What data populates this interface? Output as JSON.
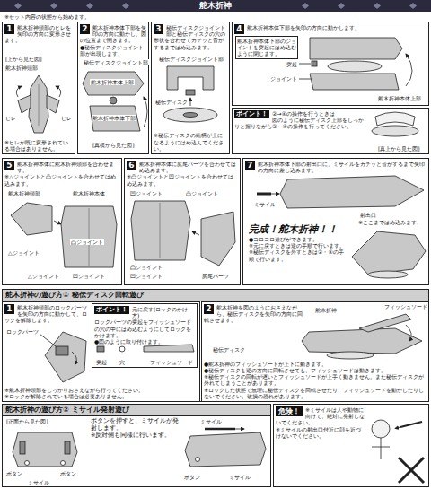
{
  "diagram": {
    "title": "舵木折神",
    "nodes": [
      {
        "text": [
          "1",
          "舵木折神頭部のヒレを矢印の方向に変形させます。",
          "※ヒレが既に変形されている場合はありません。"
        ]
      },
      {
        "text": [
          "2",
          "舵木折神本体下部を矢印の方向に動かし、図の位置まで開きます。",
          "●秘伝ディスクジョイント部が出現します。"
        ]
      },
      {
        "text": [
          "3",
          "秘伝ディスクジョイント部と秘伝ディスクの穴の形状を合わせてカチッと音がするまではめ込みます。",
          "※秘伝ディスクの絵柄が上になるようにはめ込んでください。"
        ]
      },
      {
        "text": [
          "4",
          "舵木折神本体下部を矢印の方向に動かします。"
        ]
      },
      {
        "text": [
          "ポイント！",
          "②→④の操作を行うときは",
          "図のように秘伝ディスク上部をしっかりと握りながら②～④の操作を行ってください。"
        ]
      },
      {
        "text": [
          "5",
          "舵木折神本体に舵木折神頭部を合わせます。",
          "※△ジョイントと凸ジョイントを合わせてはめ込みます。"
        ]
      },
      {
        "text": [
          "6",
          "舵木折神本体に尻尾パーツを合わせてはめ込みます。",
          "※凸ジョイントと凹ジョイントを合わせてはめ込みます。"
        ]
      },
      {
        "text": [
          "7",
          "舵木折神本体下部の射出口に、ミサイルをカチッと音がするまで矢印の方向に差し込みます。"
        ]
      },
      {
        "text": [
          "完成！舵木折神！！",
          "●コロコロ遊びができます。",
          "※元に戻すときは逆の手順で行います。",
          "※秘伝ディスクを外すときは②・④の手順で行います。"
        ],
        "in": 7
      },
      {
        "text": [
          "舵木折神の遊び方① 秘伝ディスク回転遊び"
        ]
      },
      {
        "text": [
          "1",
          "舵木折神頭部のロックパーツを矢印の方向に動かして、ロックを解除します。",
          "※舵木折神頭部をしっかりおさえながら行ってください。",
          "※ロックが解除されている場合は必要ありません。"
        ],
        "in": 9
      },
      {
        "text": [
          "ポイント！",
          "元に戻す(ロックのかけ方)",
          "ロックパーツの突起をフィッシュソードの穴の中にはめ込むようにしてロックをかけます。",
          "●図のように取り付けます。"
        ],
        "in": 10
      },
      {
        "text": [
          "2",
          "舵木折神を図のようにおさえながら、秘伝ディスクを矢印の方向に回転させます。",
          "●舵木折神のフィッシュソードが上下に動きます。",
          "●秘伝ディスクを逆の方向に回転させても、フィッシュソードは動きます。",
          "※秘伝ディスクの回転が遅いとフィッシュソードが上手く動きません。また秘伝ディスクが外れてしまうことがあります。",
          "※ロックした状態で無理に秘伝ディスクを回転させたり、フィッシュソードを動かしたりしないでください。破損の恐れがあります。"
        ],
        "in": 9
      },
      {
        "text": [
          "舵木折神の遊び方② ミサイル発射遊び",
          "ボタンを押すと、ミサイルが発射します。",
          "※反対側も同様に行います。"
        ]
      },
      {
        "text": [
          "危険！",
          "※ミサイルは人や動物に向けて、絶対に発射しないでください。",
          "※ミサイルの射出口付近に顔を近づけないでください。"
        ]
      }
    ],
    "labels": [
      "※セット内容の状態から始めます。",
      "[上から見た図]",
      "舵木折神頭部",
      "ヒレ",
      "ヒレ",
      "秘伝ディスクジョイント部",
      "舵木折神本体上部",
      "舵木折神本体下部",
      "[真横から見た図]",
      "秘伝ディスクジョイント部",
      "秘伝ディスク",
      "舵木折神本体下部のジョイントを突起にはめ込むように閉じます。",
      "突起",
      "ジョイント",
      "舵木折神本体上部",
      "[真上から見た図]",
      "舵木折神頭部",
      "舵木折神本体",
      "△ジョイント",
      "凸ジョイント",
      "凹ジョイント",
      "△ジョイント",
      "凹ジョイント",
      "凸ジョイント",
      "尻尾パーツ",
      "凸ジョイント",
      "凹ジョイント",
      "ミサイル",
      "射出口",
      "※ここまではめ込みます。",
      "ロックパーツ",
      "突起",
      "穴",
      "フィッシュソード",
      "フィッシュソード",
      "舵木折神",
      "秘伝ディスク",
      "[正面から見た図]",
      "ボタン",
      "ボタン",
      "ミサイル",
      "ミサイル",
      "ボタン",
      "ミサイル"
    ]
  }
}
